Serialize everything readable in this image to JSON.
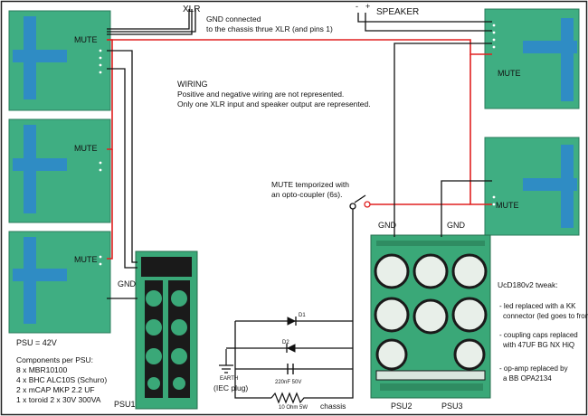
{
  "labels": {
    "xlr": "XLR",
    "gnd_note_1": "GND connected",
    "gnd_note_2": "to the chassis thrue XLR (and pins 1)",
    "speaker": "SPEAKER",
    "speaker_minus": "-",
    "speaker_plus": "+",
    "mute": "MUTE",
    "wiring_title": "WIRING",
    "wiring_line_1": "Positive and negative wiring are not represented.",
    "wiring_line_2": "Only one XLR input and speaker output are represented.",
    "mute_temp_1": "MUTE temporized with",
    "mute_temp_2": "an opto-coupler (6s).",
    "gnd": "GND",
    "psu_voltage": "PSU = 42V",
    "components_title": "Components per PSU:",
    "components": [
      "8 x MBR10100",
      "4 x BHC ALC10S (Schuro)",
      "2 x mCAP MKP 2.2 UF",
      "1 x toroid 2 x 30V 300VA"
    ],
    "psu1": "PSU1",
    "psu2": "PSU2",
    "psu3": "PSU3",
    "earth": "EARTH",
    "iec": "(IEC plug)",
    "chassis": "chassis",
    "d1": "D1",
    "d2": "D2",
    "cap_label": "220nF 50V",
    "res_label": "10 Ohm 5W",
    "tweak_title": "UcD180v2 tweak:",
    "tweak_1a": "- led replaced with a KK",
    "tweak_1b": "connector  (led goes to front)",
    "tweak_2a": "- coupling caps replaced",
    "tweak_2b": "with 47UF BG NX HiQ",
    "tweak_3a": "- op-amp replaced by",
    "tweak_3b": "a BB OPA2134"
  },
  "colors": {
    "board_green": "#3fae82",
    "board_stripe": "#2f8cc4",
    "wire_red": "#e02020",
    "wire_black": "#111111",
    "psu_green": "#3aa878",
    "trace_black": "#1a1a1a"
  }
}
